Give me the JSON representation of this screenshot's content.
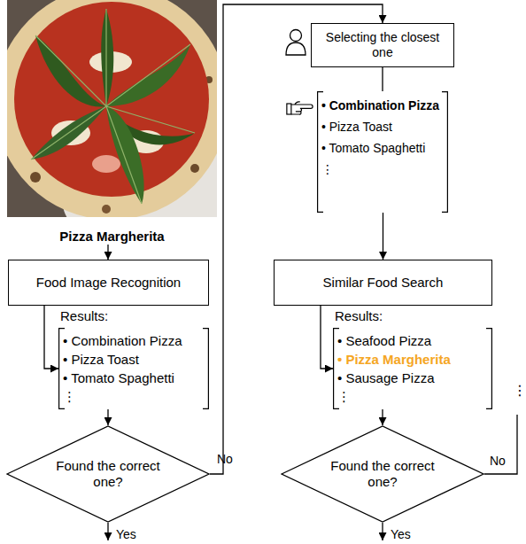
{
  "diagram": {
    "nodes": [
      {
        "text": [
          "Pizza Margherita"
        ]
      },
      {
        "text": [
          "Food Image Recognition"
        ]
      },
      {
        "text": [
          "Results:",
          "• Combination Pizza",
          "• Pizza Toast",
          "• Tomato Spaghetti",
          "⋮"
        ]
      },
      {
        "text": [
          "Found the correct one?"
        ]
      },
      {
        "text": [
          "Selecting the closest one"
        ]
      },
      {
        "text": [
          "• Combination Pizza",
          "• Pizza Toast",
          "• Tomato Spaghetti",
          "⋮"
        ]
      },
      {
        "text": [
          "Similar Food Search"
        ]
      },
      {
        "text": [
          "Results:",
          "• Seafood Pizza",
          "• Pizza Margherita",
          "• Sausage Pizza",
          "⋮"
        ]
      },
      {
        "text": [
          "Found the correct one?"
        ]
      }
    ],
    "edges": [
      {
        "from": 0,
        "to": 1,
        "arrow": "to"
      },
      {
        "from": 1,
        "to": 2,
        "arrow": "to"
      },
      {
        "from": 2,
        "to": 3,
        "arrow": "to"
      },
      {
        "from": 3,
        "to": 4,
        "label": "No",
        "arrow": "to"
      },
      {
        "from": 4,
        "to": 5,
        "arrow": "none"
      },
      {
        "from": 5,
        "to": 6,
        "arrow": "to"
      },
      {
        "from": 6,
        "to": 7,
        "arrow": "to"
      },
      {
        "from": 7,
        "to": 8,
        "arrow": "to"
      }
    ],
    "labels": [
      "Yes",
      "No",
      "⋮",
      "Yes"
    ]
  }
}
